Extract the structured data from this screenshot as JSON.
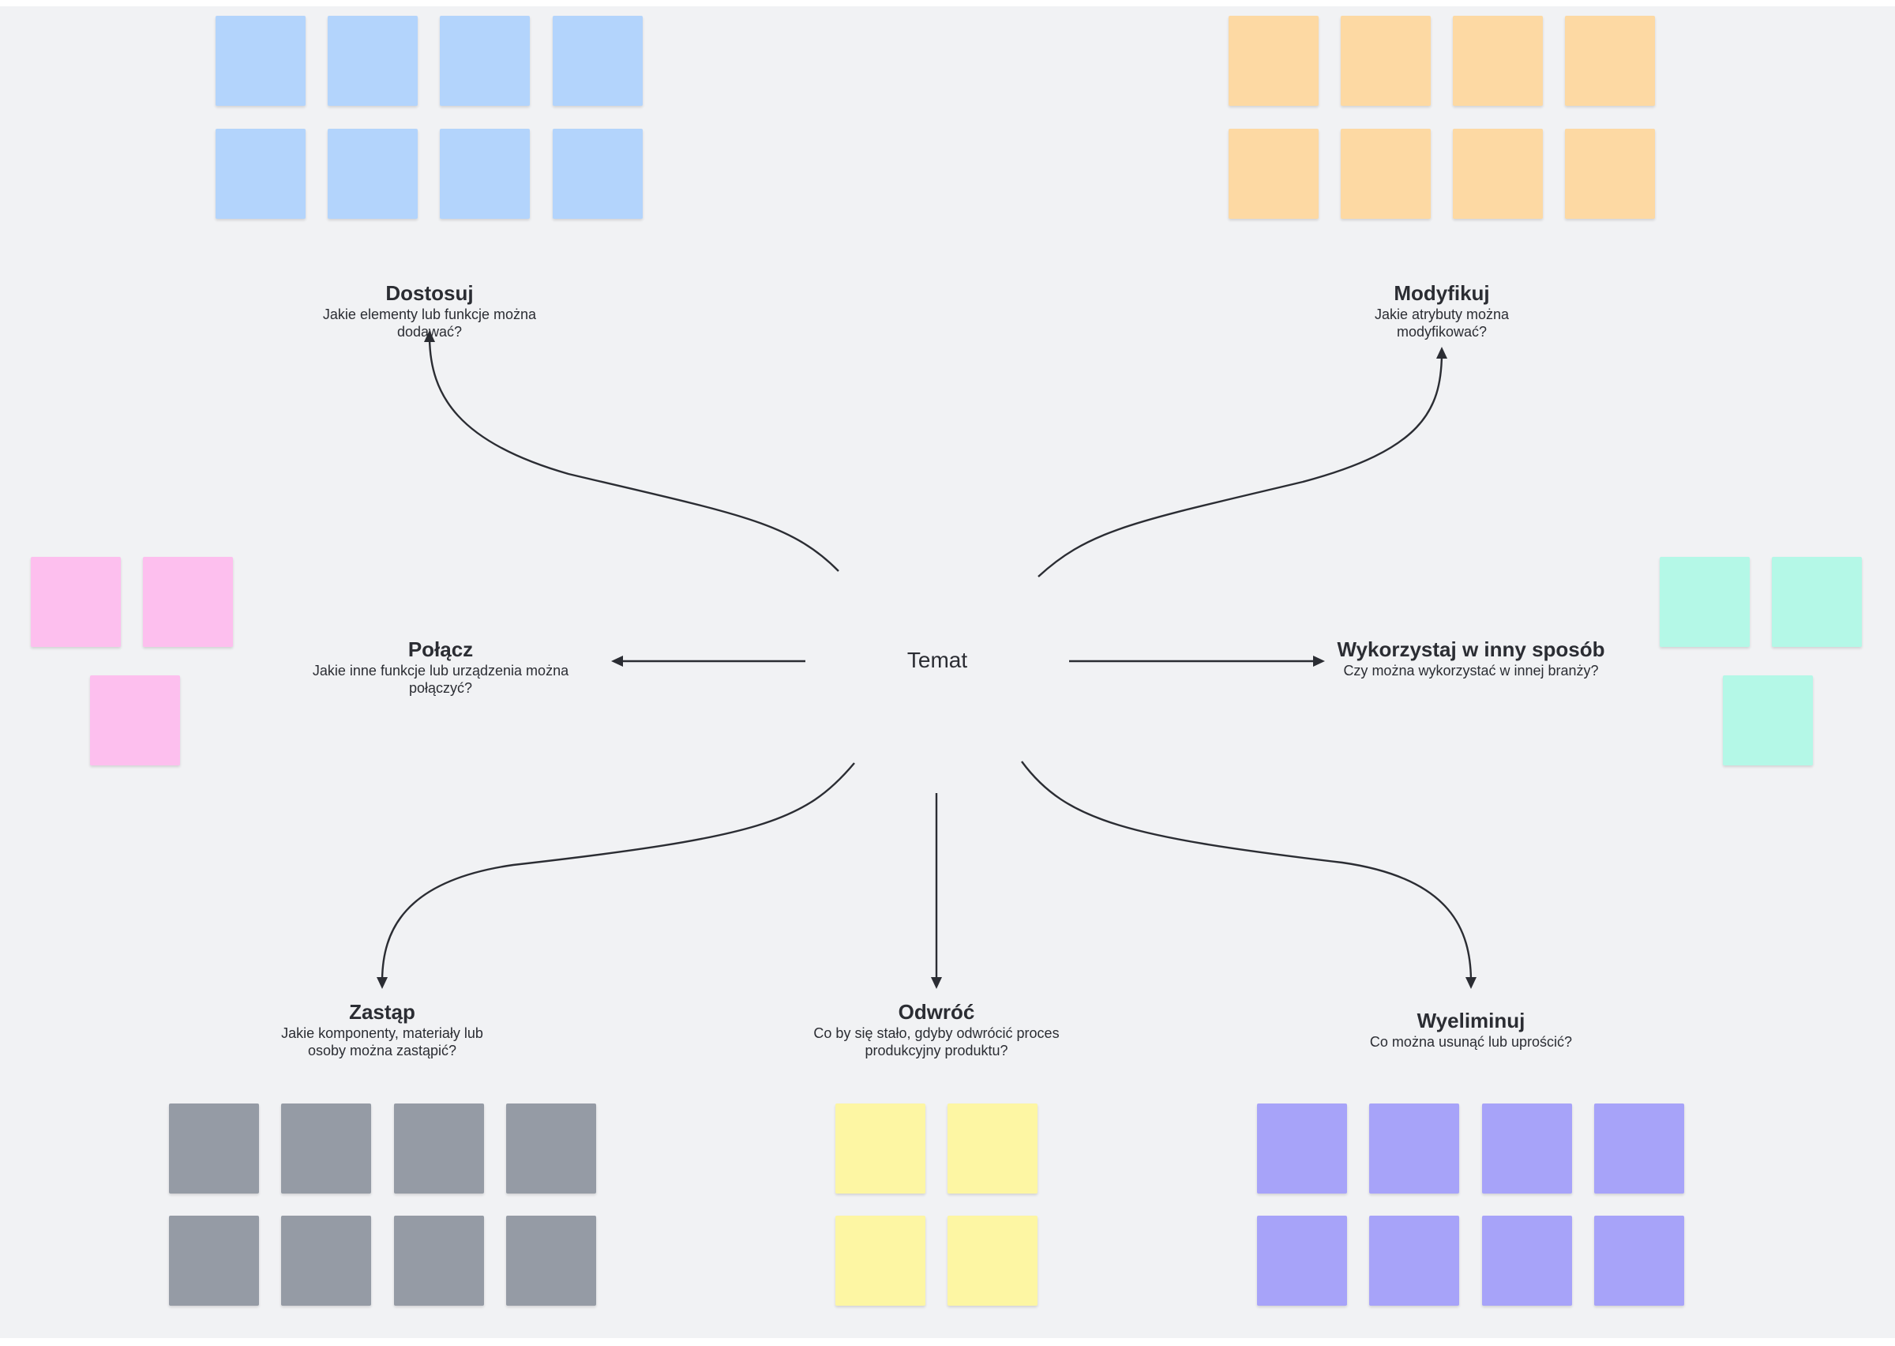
{
  "center": {
    "label": "Temat"
  },
  "branches": [
    {
      "id": "dostosuj",
      "title": "Dostosuj",
      "question": "Jakie elementy lub funkcje można dodawać?",
      "note_color": "#b3d4fc",
      "note_count": 8
    },
    {
      "id": "modyfikuj",
      "title": "Modyfikuj",
      "question": "Jakie atrybuty można modyfikować?",
      "note_color": "#fdd9a3",
      "note_count": 8
    },
    {
      "id": "polacz",
      "title": "Połącz",
      "question": "Jakie inne funkcje lub urządzenia można połączyć?",
      "note_color": "#fdbfee",
      "note_count": 3
    },
    {
      "id": "wykorzystaj",
      "title": "Wykorzystaj w inny sposób",
      "question": "Czy można wykorzystać w innej branży?",
      "note_color": "#b4f8e7",
      "note_count": 3
    },
    {
      "id": "zastap",
      "title": "Zastąp",
      "question": "Jakie komponenty, materiały lub osoby można zastąpić?",
      "note_color": "#959ba5",
      "note_count": 8
    },
    {
      "id": "odwroc",
      "title": "Odwróć",
      "question": "Co by się stało, gdyby odwrócić proces produkcyjny produktu?",
      "note_color": "#fdf6a3",
      "note_count": 4
    },
    {
      "id": "wyeliminuj",
      "title": "Wyeliminuj",
      "question": "Co można usunąć lub uprościć?",
      "note_color": "#a7a3f9",
      "note_count": 8
    }
  ]
}
